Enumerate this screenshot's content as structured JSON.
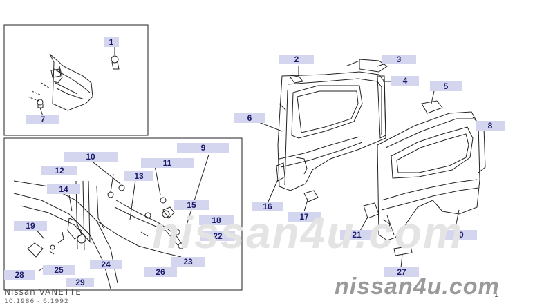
{
  "diagram": {
    "callouts": [
      "1",
      "2",
      "3",
      "4",
      "5",
      "6",
      "7",
      "8",
      "9",
      "10",
      "11",
      "12",
      "13",
      "14",
      "15",
      "16",
      "17",
      "18",
      "20",
      "21",
      "22",
      "23",
      "24",
      "25",
      "26",
      "27",
      "28",
      "29",
      "19"
    ]
  },
  "caption": {
    "model": "Nissan VANETTE",
    "period": "10.1986 - 6.1992",
    "page_mark": "1"
  },
  "watermark": {
    "large": "nissan4u.com",
    "faint": "nissan4u.com"
  },
  "colors": {
    "callout_bg": "#d4d6f0",
    "callout_text": "#1a1a66",
    "line": "#222222",
    "watermark": "#9a9a9a"
  }
}
